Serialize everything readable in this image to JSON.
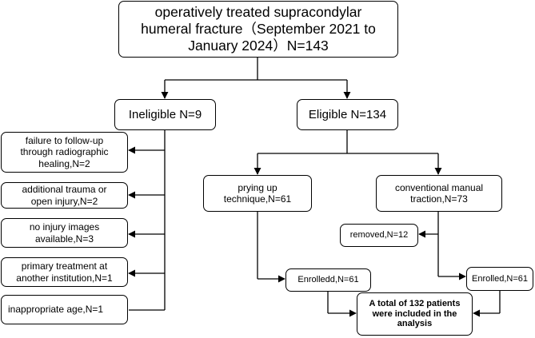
{
  "nodes": {
    "title": "operatively treated supracondylar\nhumeral fracture（September 2021 to\nJanuary 2024）N=143",
    "ineligible": "Ineligible N=9",
    "eligible": "Eligible N=134",
    "exclusion_reasons": [
      "failure to follow-up\nthrough radiographic\nhealing,N=2",
      "additional trauma or\nopen injury,N=2",
      "no injury images\navailable,N=3",
      "primary treatment at\nanother institution,N=1",
      "inappropriate age,N=1"
    ],
    "prying": "prying up\ntechnique,N=61",
    "conventional": "conventional manual\ntraction,N=73",
    "removed": "removed,N=12",
    "enrolled_left": "Enrolledd,N=61",
    "enrolled_right": "Enrolled,N=61",
    "total": "A total of 132 patients\nwere included in the\nanalysis"
  }
}
